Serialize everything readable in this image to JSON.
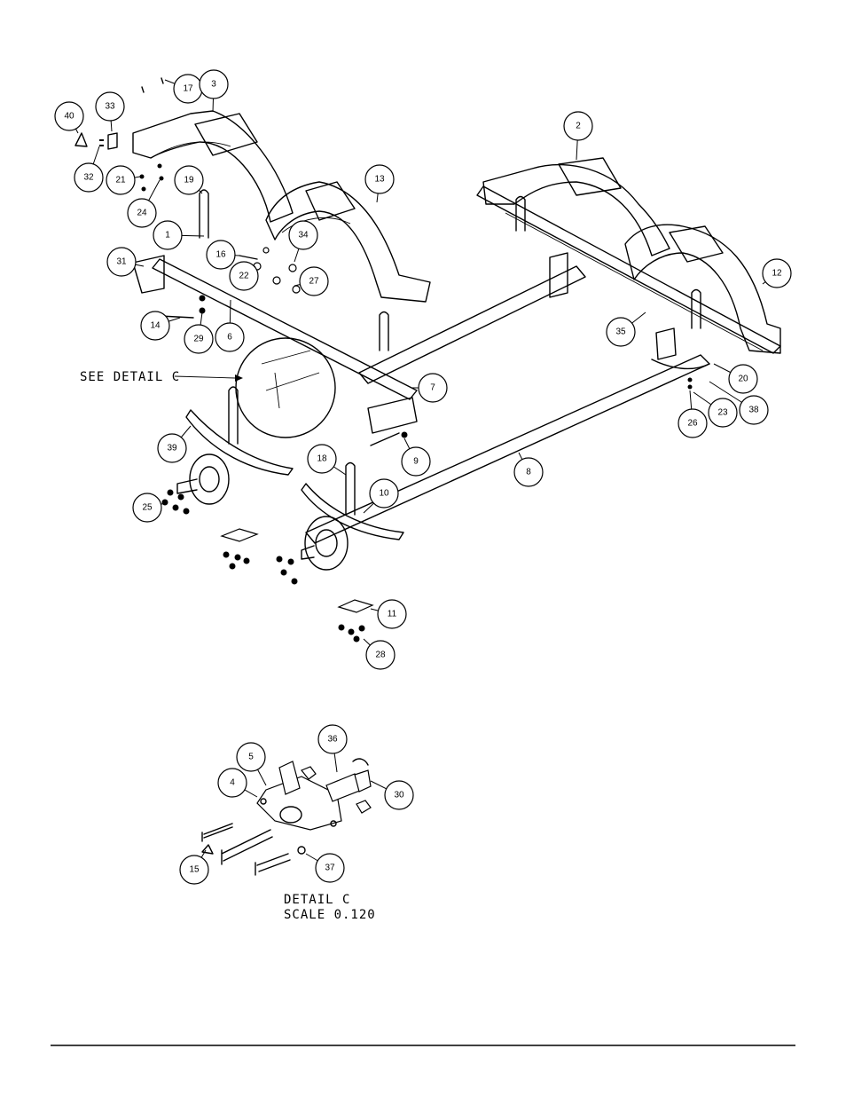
{
  "detail_callout": {
    "see_detail": "SEE DETAIL  C"
  },
  "detail_caption": {
    "line1": "DETAIL  C",
    "line2": "SCALE  0.120"
  },
  "balloons": [
    {
      "n": "40"
    },
    {
      "n": "33"
    },
    {
      "n": "32"
    },
    {
      "n": "21"
    },
    {
      "n": "24"
    },
    {
      "n": "17"
    },
    {
      "n": "3"
    },
    {
      "n": "19"
    },
    {
      "n": "1"
    },
    {
      "n": "16"
    },
    {
      "n": "22"
    },
    {
      "n": "34"
    },
    {
      "n": "27"
    },
    {
      "n": "13"
    },
    {
      "n": "31"
    },
    {
      "n": "14"
    },
    {
      "n": "29"
    },
    {
      "n": "6"
    },
    {
      "n": "7"
    },
    {
      "n": "9"
    },
    {
      "n": "39"
    },
    {
      "n": "25"
    },
    {
      "n": "18"
    },
    {
      "n": "10"
    },
    {
      "n": "11"
    },
    {
      "n": "28"
    },
    {
      "n": "8"
    },
    {
      "n": "2"
    },
    {
      "n": "12"
    },
    {
      "n": "35"
    },
    {
      "n": "20"
    },
    {
      "n": "26"
    },
    {
      "n": "23"
    },
    {
      "n": "38"
    },
    {
      "n": "36"
    },
    {
      "n": "5"
    },
    {
      "n": "4"
    },
    {
      "n": "30"
    },
    {
      "n": "15"
    },
    {
      "n": "37"
    }
  ]
}
